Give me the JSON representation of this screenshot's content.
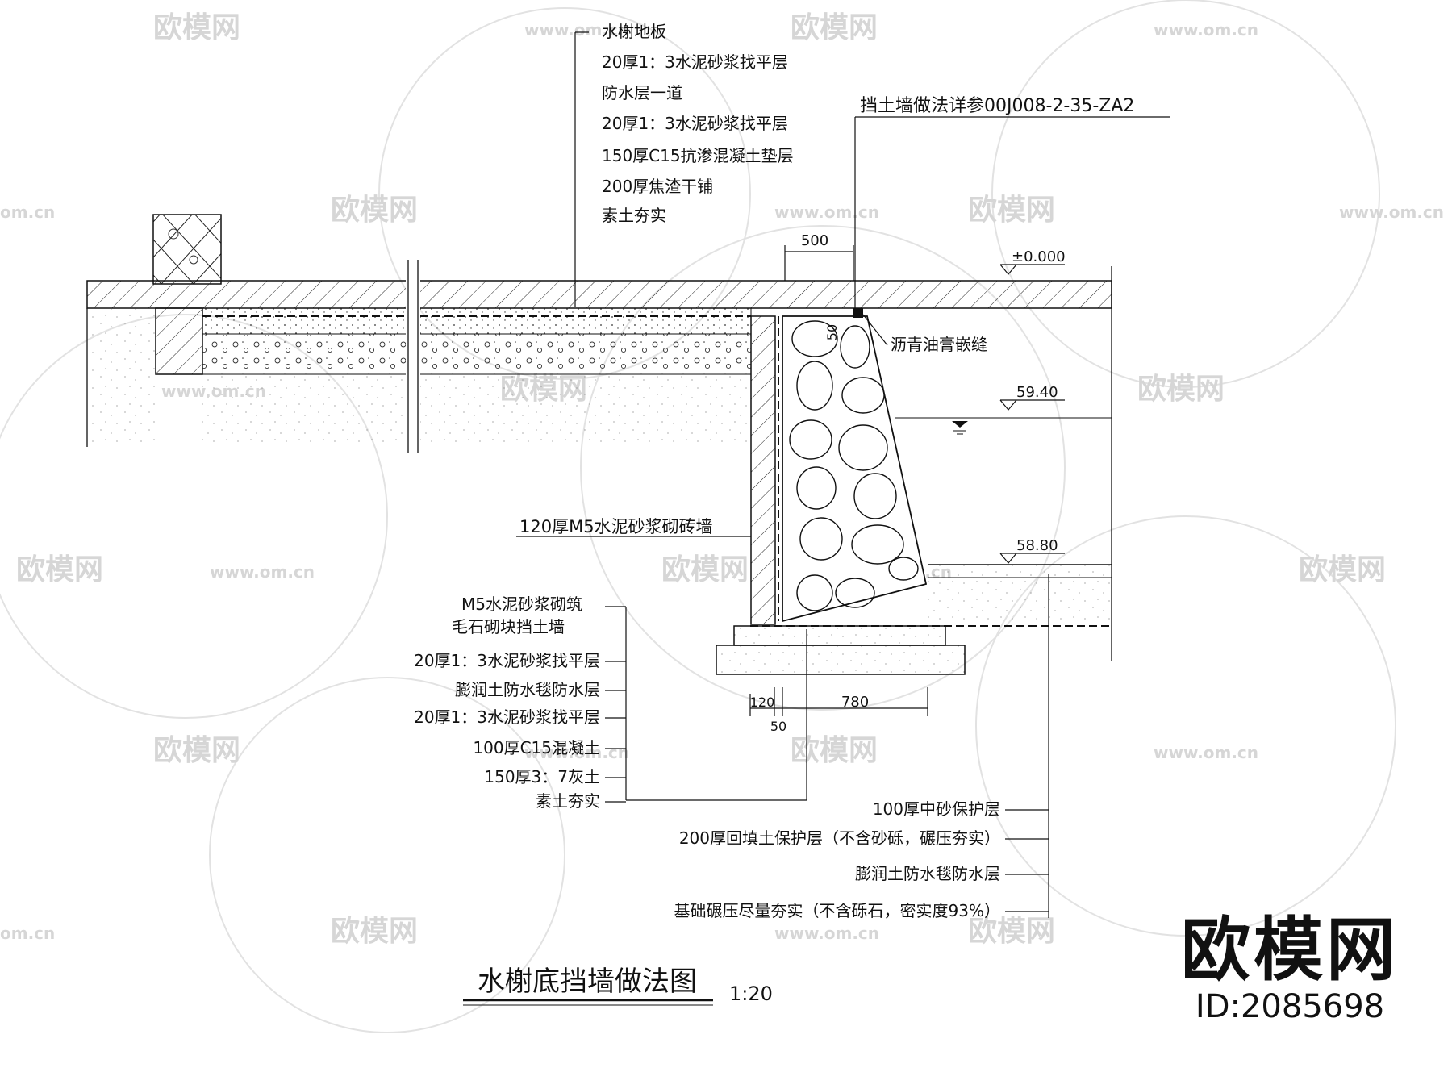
{
  "title": "水榭底挡墙做法图",
  "scale": "1:20",
  "brand": {
    "name": "欧模网",
    "id": "ID:2085698"
  },
  "watermark": {
    "logo_text": "欧模网",
    "url": "www.om.cn",
    "url_edge": "om.cn"
  },
  "top_callout": [
    "水榭地板",
    "20厚1：3水泥砂浆找平层",
    "防水层一道",
    "20厚1：3水泥砂浆找平层",
    "150厚C15抗渗混凝土垫层",
    "200厚焦渣干铺",
    "素土夯实"
  ],
  "retaining_ref": "挡土墙做法详参00J008-2-35-ZA2",
  "asphalt_label": "沥青油膏嵌缝",
  "brick_wall_label": "120厚M5水泥砂浆砌砖墙",
  "bottom_left_callout": [
    "M5水泥砂浆砌筑",
    "毛石砌块挡土墙",
    "20厚1：3水泥砂浆找平层",
    "膨润土防水毯防水层",
    "20厚1：3水泥砂浆找平层",
    "100厚C15混凝土",
    "150厚3：7灰土",
    "素土夯实"
  ],
  "bottom_right_callout": [
    "100厚中砂保护层",
    "200厚回填土保护层（不含砂砾，碾压夯实）",
    "膨润土防水毯防水层",
    "基础碾压尽量夯实（不含砾石，密实度93%）"
  ],
  "levels": {
    "top": "±0.000",
    "water": "59.40",
    "bottom": "58.80"
  },
  "dims": {
    "top_offset": "500",
    "wall_thk": "120",
    "gap": "50",
    "footing": "780",
    "joint": "50"
  },
  "colors": {
    "line": "#111111",
    "watermark": "#d6d6d6",
    "background": "#ffffff"
  }
}
